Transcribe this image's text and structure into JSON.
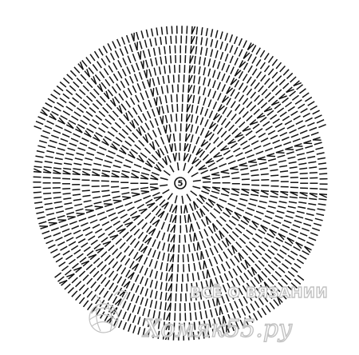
{
  "diagram": {
    "center_label": "5",
    "stitch_symbol": "double-crochet-stitch",
    "line_color": "#111111",
    "background_color": "#ffffff"
  },
  "watermark": {
    "line1": "ВСЁ О ВЯЗАНИИ",
    "line2": "Хомяк55.ру",
    "color": "#c2c2c2",
    "logo_icon": "yarn-ball-icon"
  }
}
